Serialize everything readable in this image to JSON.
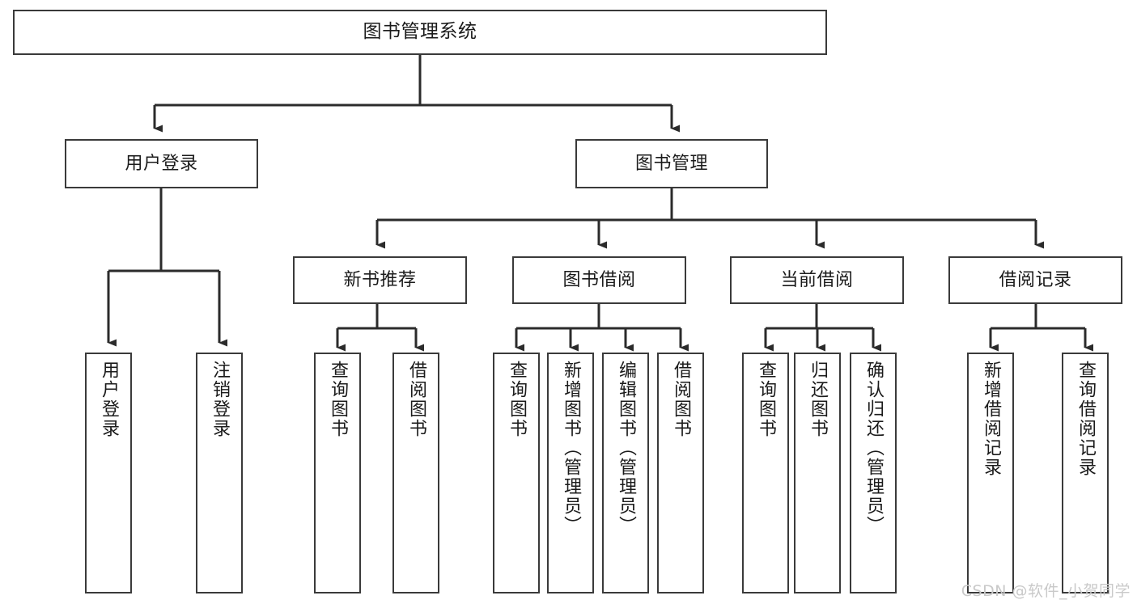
{
  "diagram": {
    "type": "tree-hierarchy",
    "title": "图书管理系统",
    "background_color": "#ffffff",
    "stroke_color": "#3a3a3a",
    "text_color": "#1b1b1b"
  },
  "nodes": {
    "root": {
      "label": "图书管理系统"
    },
    "level1": [
      {
        "id": "user-login",
        "label": "用户登录"
      },
      {
        "id": "book-management",
        "label": "图书管理"
      }
    ],
    "level2": [
      {
        "id": "new-book-recommend",
        "label": "新书推荐"
      },
      {
        "id": "book-borrow",
        "label": "图书借阅"
      },
      {
        "id": "current-borrow",
        "label": "当前借阅"
      },
      {
        "id": "borrow-record",
        "label": "借阅记录"
      }
    ],
    "leaves": {
      "user_login": [
        {
          "id": "leaf-user-login",
          "label": "用户登录"
        },
        {
          "id": "leaf-logout-login",
          "label": "注销登录"
        }
      ],
      "new_book_recommend": [
        {
          "id": "leaf-query-book-1",
          "label": "查询图书"
        },
        {
          "id": "leaf-borrow-book-1",
          "label": "借阅图书"
        }
      ],
      "book_borrow": [
        {
          "id": "leaf-query-book-2",
          "label": "查询图书"
        },
        {
          "id": "leaf-add-book",
          "label": "新增图书（管理员）"
        },
        {
          "id": "leaf-edit-book",
          "label": "编辑图书（管理员）"
        },
        {
          "id": "leaf-borrow-book-2",
          "label": "借阅图书"
        }
      ],
      "current_borrow": [
        {
          "id": "leaf-query-book-3",
          "label": "查询图书"
        },
        {
          "id": "leaf-return-book",
          "label": "归还图书"
        },
        {
          "id": "leaf-confirm-return",
          "label": "确认归还（管理员）"
        }
      ],
      "borrow_record": [
        {
          "id": "leaf-add-record",
          "label": "新增借阅记录"
        },
        {
          "id": "leaf-query-record",
          "label": "查询借阅记录"
        }
      ]
    }
  },
  "watermark": {
    "text": "CSDN @软件_小贺同学"
  }
}
